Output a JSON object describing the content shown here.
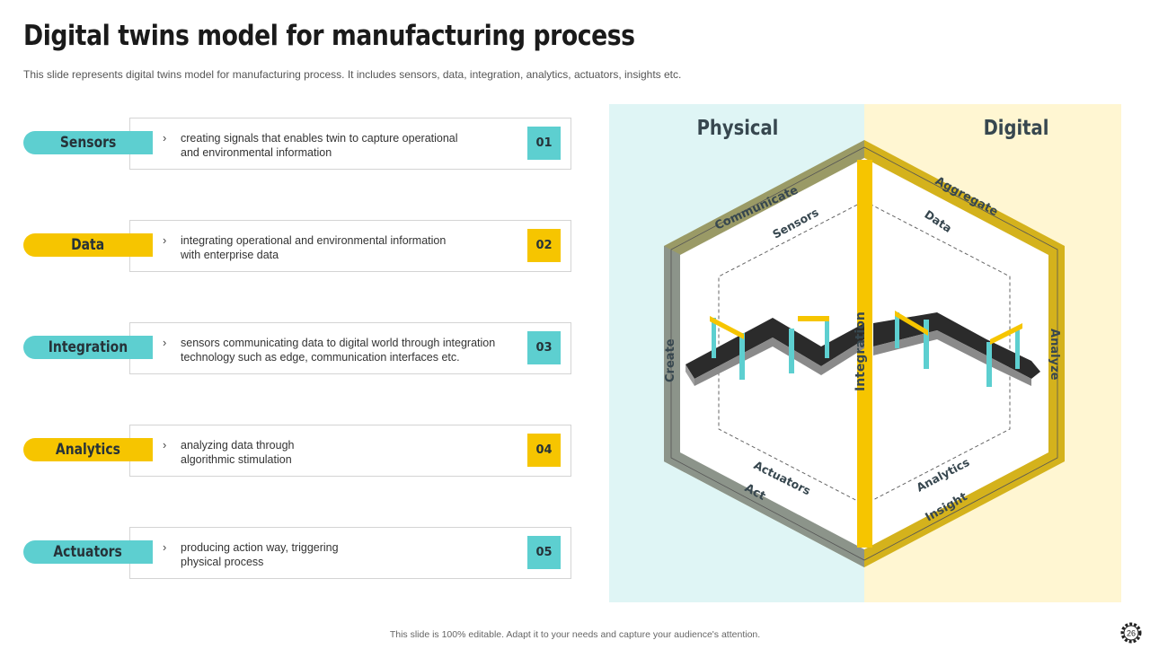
{
  "title": "Digital twins model for manufacturing process",
  "subtitle": "This slide represents digital twins model for manufacturing process. It includes sensors, data, integration, analytics, actuators, insights etc.",
  "steps": [
    {
      "label": "Sensors",
      "text": "creating signals that enables twin to capture operational\nand environmental  information",
      "num": "01",
      "color": "#5dcfd0"
    },
    {
      "label": "Data",
      "text": "integrating operational  and environmental  information\nwith enterprise data",
      "num": "02",
      "color": "#f6c500"
    },
    {
      "label": "Integration",
      "text": "sensors communicating data to digital world through integration\ntechnology such as edge, communication interfaces etc.",
      "num": "03",
      "color": "#5dcfd0"
    },
    {
      "label": "Analytics",
      "text": "analyzing data through\nalgorithmic stimulation",
      "num": "04",
      "color": "#f6c500"
    },
    {
      "label": "Actuators",
      "text": "producing action way, triggering\nphysical process",
      "num": "05",
      "color": "#5dcfd0"
    }
  ],
  "diagram": {
    "physical_label": "Physical",
    "digital_label": "Digital",
    "outer_labels": {
      "communicate": "Communicate",
      "aggregate": "Aggregate",
      "analyze": "Analyze",
      "insight": "Insight",
      "act": "Act",
      "create": "Create"
    },
    "inner_labels": {
      "sensors": "Sensors",
      "data": "Data",
      "actuators": "Actuators",
      "analytics": "Analytics"
    },
    "center_label": "Integration",
    "colors": {
      "physical_bg": "#dff5f5",
      "digital_bg": "#fff6d2",
      "olive": "#a09a5a",
      "gray": "#8c948a",
      "gold": "#d4b21c",
      "yellow": "#f6c500",
      "teal": "#5dcfd0"
    }
  },
  "footer": "This slide is 100% editable.  Adapt it to your needs and capture your audience's attention.",
  "page_number": "26"
}
